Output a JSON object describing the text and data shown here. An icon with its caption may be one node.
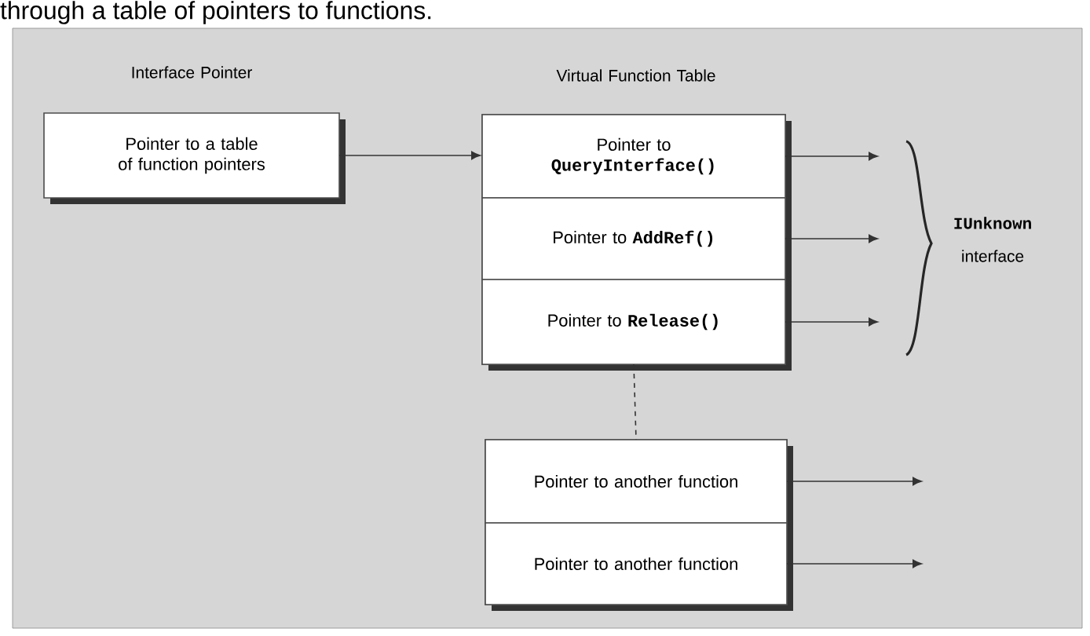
{
  "diagram": {
    "nodes": [
      {
        "text": [
          "Interface Pointer",
          "Pointer to a table of function pointers"
        ]
      },
      {
        "text": [
          "Virtual Function Table"
        ]
      },
      {
        "text": [
          "Pointer to",
          "QueryInterface()"
        ],
        "in": 1
      },
      {
        "text": [
          "Pointer to",
          "AddRef()"
        ],
        "in": 1
      },
      {
        "text": [
          "Pointer to",
          "Release()"
        ],
        "in": 1
      },
      {
        "text": [],
        "shape": "box"
      },
      {
        "text": [
          "Pointer to another function"
        ],
        "in": 5
      },
      {
        "text": [
          "Pointer to another function"
        ],
        "in": 5
      }
    ],
    "edges": [
      {
        "from": 0,
        "to": 1,
        "arrow": "to"
      },
      {
        "from": 1,
        "to": 5,
        "arrow": "none",
        "style": "dashed"
      },
      {
        "from": 2,
        "to": null,
        "arrow": "to"
      },
      {
        "from": 3,
        "to": null,
        "arrow": "to"
      },
      {
        "from": 4,
        "to": null,
        "arrow": "to"
      },
      {
        "from": 6,
        "to": null,
        "arrow": "to"
      },
      {
        "from": 7,
        "to": null,
        "arrow": "to"
      }
    ],
    "labels": [
      "through a table of pointers to functions.",
      "IUnknown",
      "interface"
    ]
  }
}
